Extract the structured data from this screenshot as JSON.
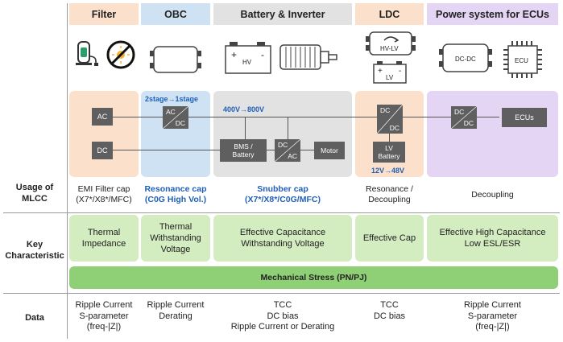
{
  "columns": [
    {
      "header": "Filter",
      "usage": [
        "EMI Filter cap",
        "(X7*/X8*/MFC)"
      ],
      "characteristic": [
        "Thermal",
        "Impedance"
      ],
      "data": [
        "Ripple Current",
        "S-parameter",
        "(freq-|Z|)"
      ]
    },
    {
      "header": "OBC",
      "usage": [
        "Resonance cap",
        "(C0G High Vol.)"
      ],
      "characteristic": [
        "Thermal",
        "Withstanding",
        "Voltage"
      ],
      "data": [
        "Ripple Current",
        "Derating"
      ]
    },
    {
      "header": "Battery & Inverter",
      "usage": [
        "Snubber cap",
        "(X7*/X8*/C0G/MFC)"
      ],
      "characteristic": [
        "Effective Capacitance",
        "Withstanding Voltage"
      ],
      "data": [
        "TCC",
        "DC bias",
        "Ripple Current or Derating"
      ]
    },
    {
      "header": "LDC",
      "usage": [
        "Resonance /",
        "Decoupling"
      ],
      "characteristic": [
        "Effective Cap"
      ],
      "data": [
        "TCC",
        "DC bias"
      ]
    },
    {
      "header": "Power system for ECUs",
      "usage": [
        "Decoupling"
      ],
      "characteristic": [
        "Effective High Capacitance",
        "Low ESL/ESR"
      ],
      "data": [
        "Ripple Current",
        "S-parameter",
        "(freq-|Z|)"
      ]
    }
  ],
  "row_labels": {
    "usage": [
      "Usage of",
      "MLCC"
    ],
    "characteristic": [
      "Key",
      "Characteristic"
    ],
    "data": "Data"
  },
  "mechanical": "Mechanical Stress (PN/PJ)",
  "circuit": {
    "filter_ac": "AC",
    "filter_dc": "DC",
    "obc_ac": "AC",
    "obc_dc": "DC",
    "bms": "BMS /",
    "bms2": "Battery",
    "inv_dc": "DC",
    "inv_ac": "AC",
    "motor": "Motor",
    "ldc_dc1": "DC",
    "ldc_dc2": "DC",
    "lv_battery": "LV",
    "lv_battery2": "Battery",
    "ecu_dc1": "DC",
    "ecu_dc2": "DC",
    "ecus": "ECUs",
    "note_obc": "2stage→1stage",
    "note_inverter": "400V→800V",
    "note_ldc": "12V→48V"
  },
  "icons": {
    "hv_label": "HV",
    "hv_lv_label": "HV-LV",
    "lv_label": "LV",
    "dcdc_label": "DC-DC",
    "ecu_label": "ECU"
  },
  "colors": {
    "filter_header": "#fbe0cc",
    "obc_header": "#cfe2f3",
    "battery_header": "#e2e2e2",
    "ldc_header": "#fbe0cc",
    "ecu_header": "#e5d5f5",
    "green_light": "#d3ecc0",
    "green_dark": "#8fcf75",
    "blue_text": "#1f5fb8"
  }
}
